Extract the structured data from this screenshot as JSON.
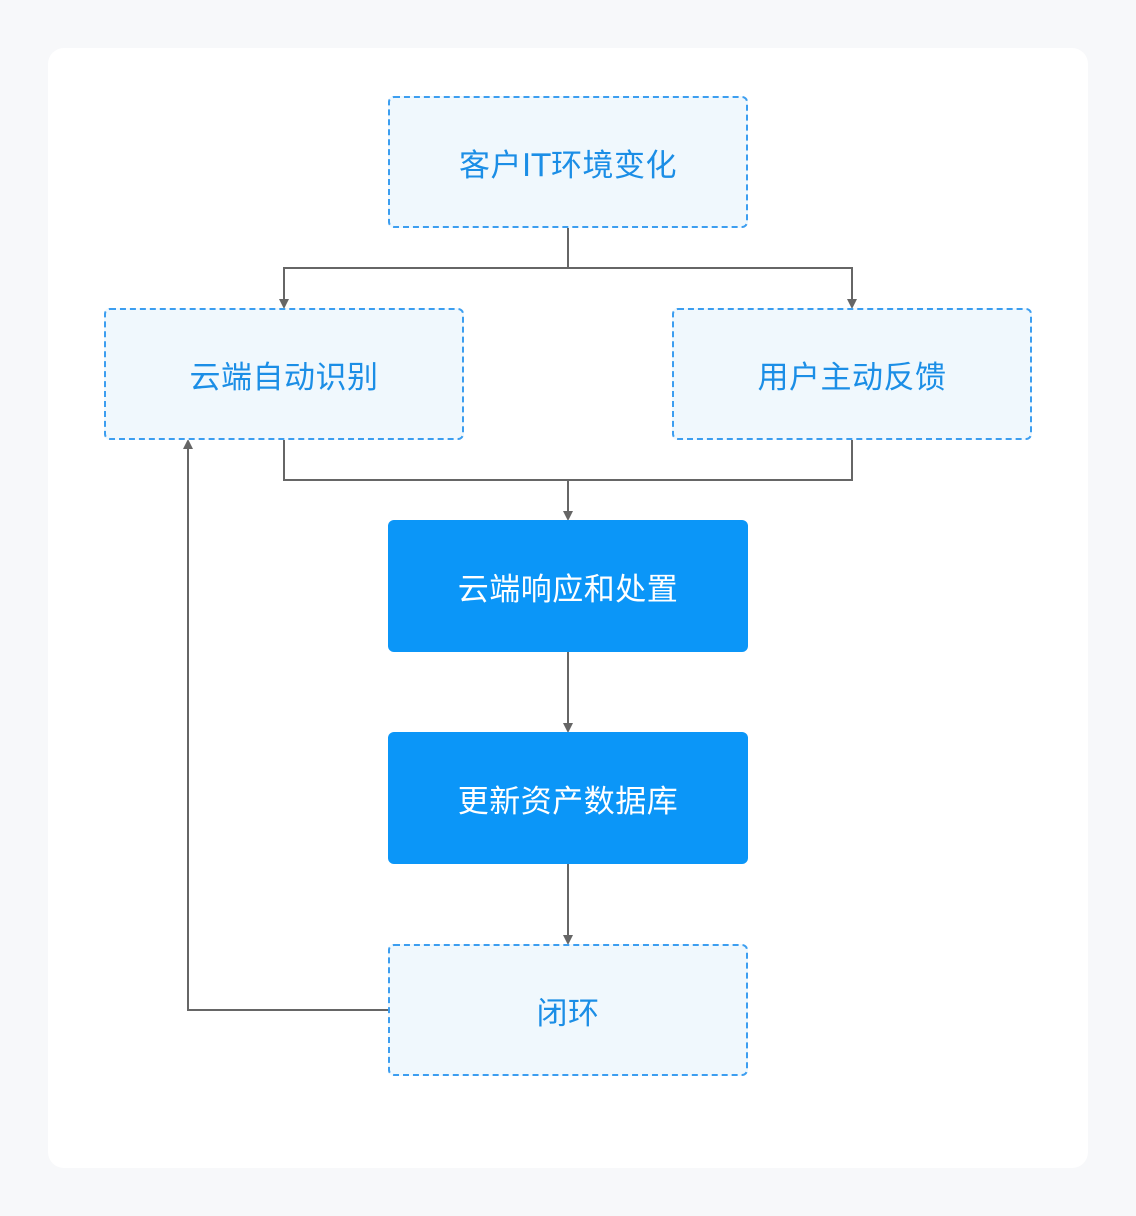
{
  "flow": {
    "nodes": [
      {
        "id": "change",
        "label": "客户IT环境变化",
        "style": "dashed"
      },
      {
        "id": "auto_detect",
        "label": "云端自动识别",
        "style": "dashed"
      },
      {
        "id": "user_feedback",
        "label": "用户主动反馈",
        "style": "dashed"
      },
      {
        "id": "respond",
        "label": "云端响应和处置",
        "style": "solid"
      },
      {
        "id": "update_db",
        "label": "更新资产数据库",
        "style": "solid"
      },
      {
        "id": "close_loop",
        "label": "闭环",
        "style": "dashed"
      }
    ],
    "edges": [
      {
        "from": "change",
        "to": "auto_detect"
      },
      {
        "from": "change",
        "to": "user_feedback"
      },
      {
        "from": "auto_detect",
        "to": "respond"
      },
      {
        "from": "user_feedback",
        "to": "respond"
      },
      {
        "from": "respond",
        "to": "update_db"
      },
      {
        "from": "update_db",
        "to": "close_loop"
      },
      {
        "from": "close_loop",
        "to": "auto_detect"
      }
    ],
    "colors": {
      "dashed_border": "#3c9ef0",
      "dashed_fill": "#f0f8fd",
      "dashed_text": "#1b8ee6",
      "solid_fill": "#0b96f8",
      "solid_text": "#ffffff",
      "connector": "#666666"
    }
  }
}
